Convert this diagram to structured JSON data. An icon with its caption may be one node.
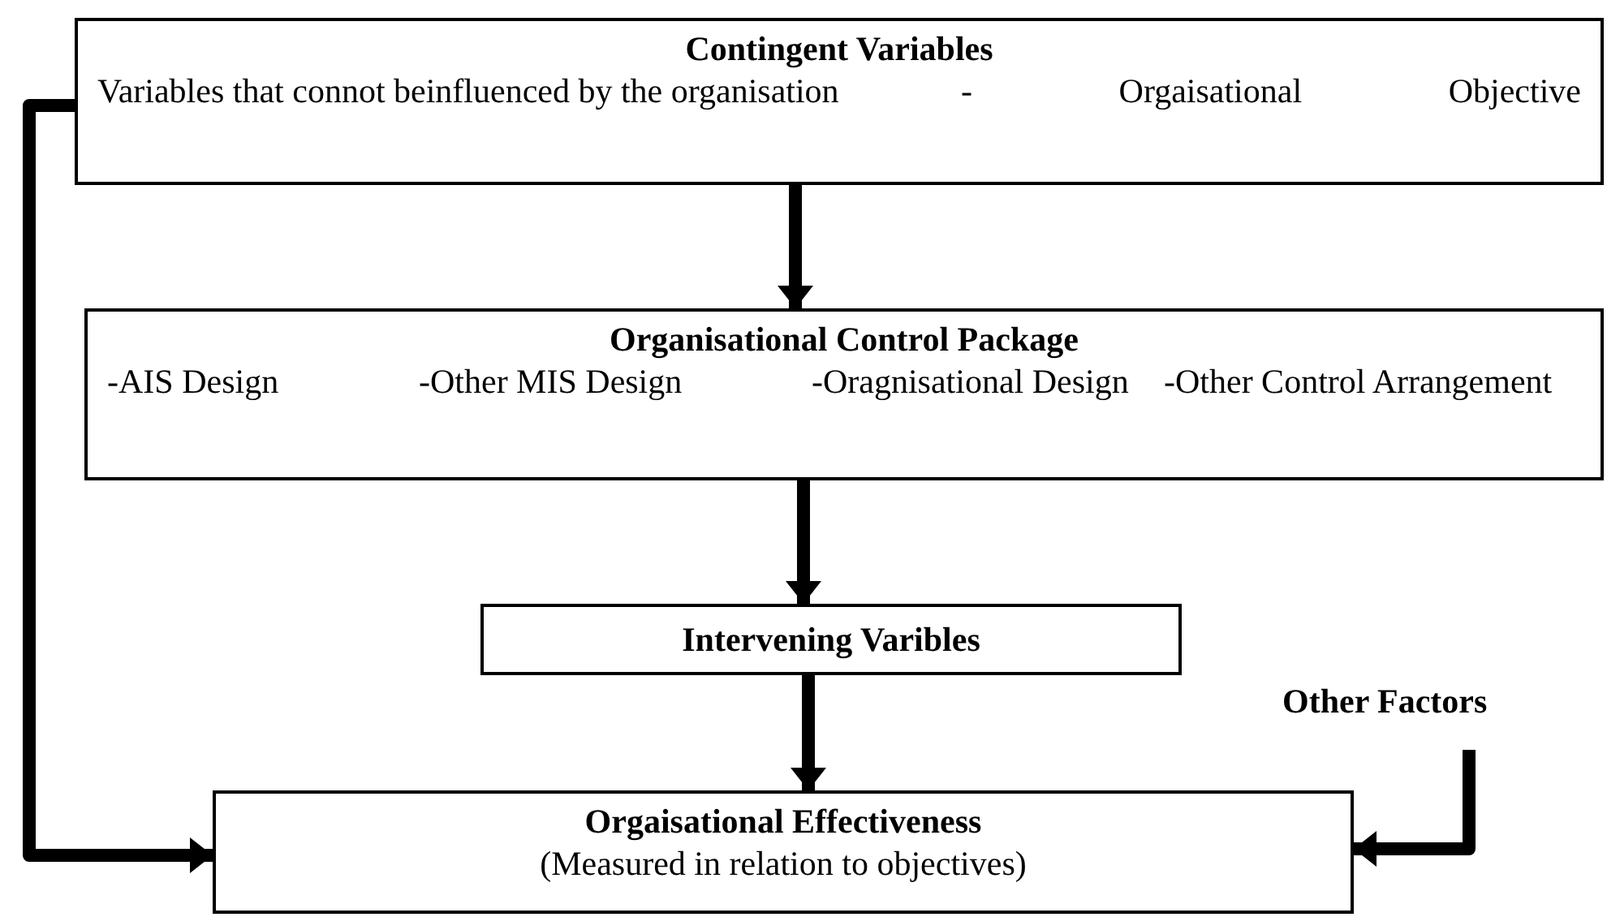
{
  "diagram": {
    "nodes": [
      {
        "text": [
          "Contingent Variables",
          "Variables that connot beinfluenced by the organisation",
          "- Orgaisational Objective"
        ]
      },
      {
        "text": [
          "Organisational Control Package",
          "-AIS Design",
          "-Other MIS Design",
          "-Oragnisational Design",
          "-Other Control Arrangement"
        ]
      },
      {
        "text": [
          "Intervening Varibles"
        ]
      },
      {
        "text": [
          "Orgaisational Effectiveness",
          "(Measured in relation to objectives)"
        ]
      },
      {
        "text": [
          "Other Factors"
        ]
      }
    ],
    "edges": [
      {
        "from": 0,
        "to": 1,
        "arrow": "to"
      },
      {
        "from": 1,
        "to": 2,
        "arrow": "to"
      },
      {
        "from": 2,
        "to": 3,
        "arrow": "to"
      },
      {
        "from": 0,
        "to": 3,
        "arrow": "to"
      },
      {
        "from": 4,
        "to": 3,
        "arrow": "to"
      }
    ]
  }
}
